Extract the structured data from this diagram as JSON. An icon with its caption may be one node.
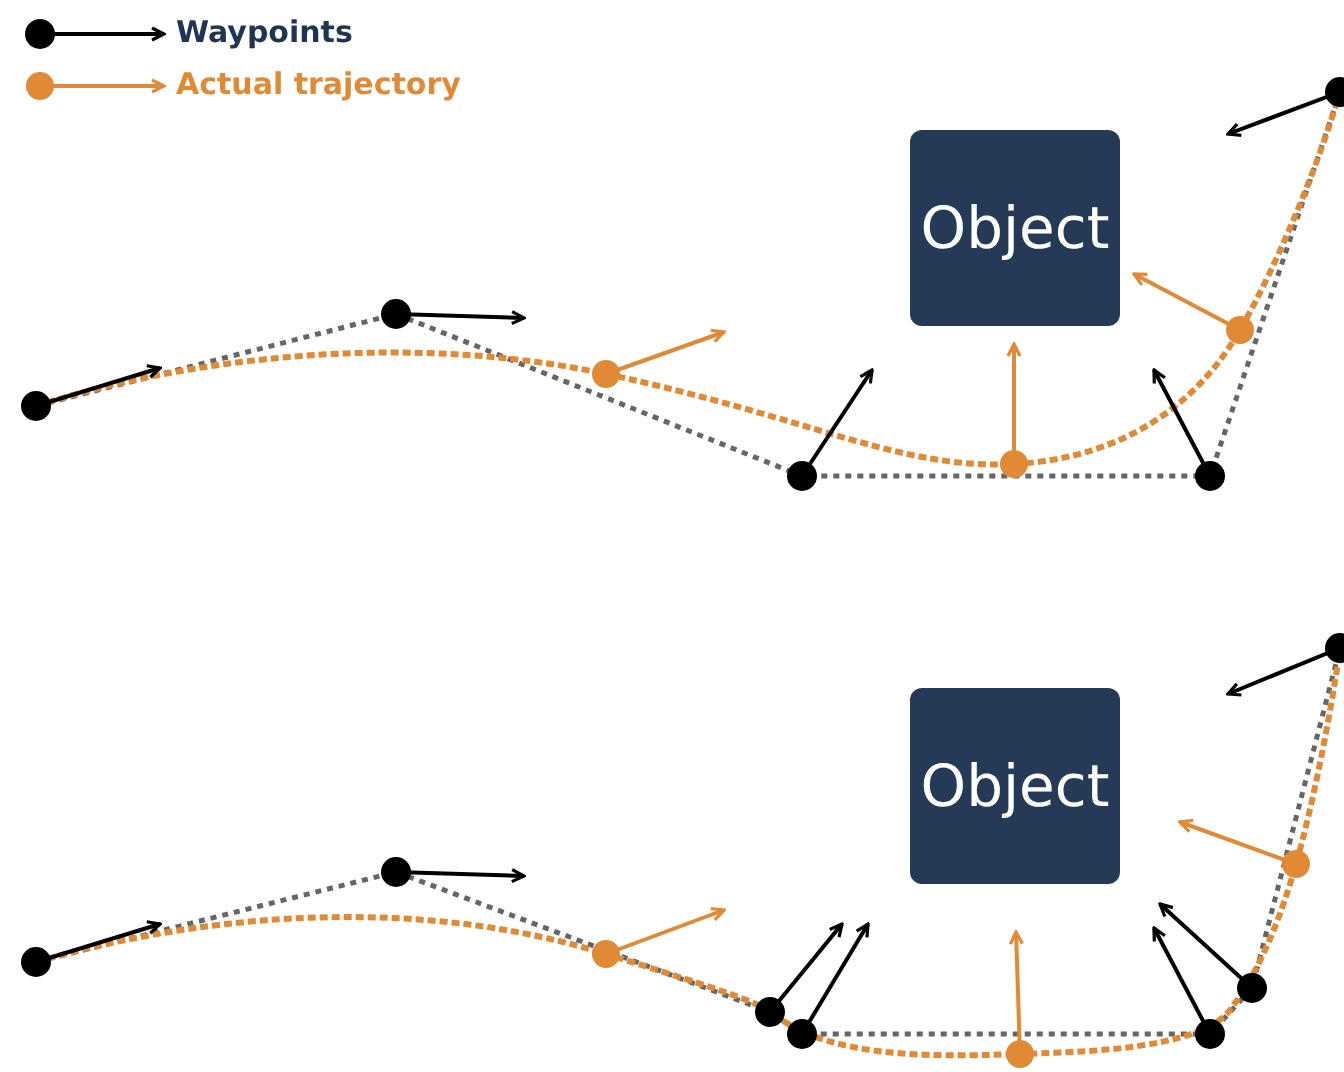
{
  "diagram": {
    "nodes": [
      {
        "text": [
          "Object"
        ]
      },
      {
        "text": [
          "Object"
        ]
      }
    ],
    "edges": [],
    "legend": [
      {
        "text": "Waypoints"
      },
      {
        "text": "Actual trajectory"
      }
    ]
  }
}
